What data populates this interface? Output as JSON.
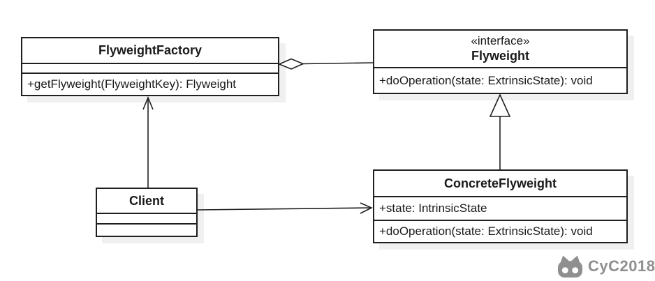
{
  "diagram": {
    "pattern_name": "Flyweight",
    "colors": {
      "background": "#ffffff",
      "line": "#1f1f1f",
      "box_shadow": "#f0f0f0",
      "watermark": "#8f8f8f"
    }
  },
  "classes": {
    "flyweight_factory": {
      "name": "FlyweightFactory",
      "methods": [
        "+getFlyweight(FlyweightKey): Flyweight"
      ]
    },
    "flyweight": {
      "stereotype": "«interface»",
      "name": "Flyweight",
      "methods": [
        "+doOperation(state: ExtrinsicState): void"
      ]
    },
    "client": {
      "name": "Client"
    },
    "concrete_flyweight": {
      "name": "ConcreteFlyweight",
      "attributes": [
        "+state: IntrinsicState"
      ],
      "methods": [
        "+doOperation(state: ExtrinsicState): void"
      ]
    }
  },
  "relationships": [
    {
      "type": "aggregation",
      "from": "FlyweightFactory",
      "to": "Flyweight"
    },
    {
      "type": "association",
      "from": "Client",
      "to": "FlyweightFactory"
    },
    {
      "type": "association",
      "from": "Client",
      "to": "ConcreteFlyweight"
    },
    {
      "type": "realization",
      "from": "ConcreteFlyweight",
      "to": "Flyweight"
    }
  ],
  "watermark": {
    "label": "CyC2018"
  }
}
